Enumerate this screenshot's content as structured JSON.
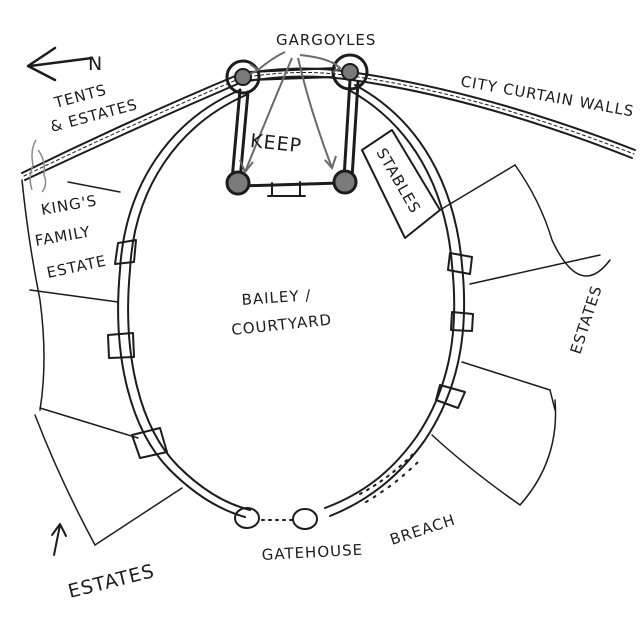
{
  "colors": {
    "ink": "#1c1c1c",
    "paper": "#ffffff",
    "tower_fill": "#7a7a7a",
    "arrow": "#6a6a6a"
  },
  "compass": {
    "letter": "N"
  },
  "labels": {
    "gargoyles": "GARGOYLES",
    "keep": "KEEP",
    "city_curtain_walls": "CITY CURTAIN WALLS",
    "stables": "STABLES",
    "tents_estates": [
      "TENTS",
      "& ESTATES"
    ],
    "kings_family_estate": [
      "KING'S",
      "FAMILY",
      "ESTATE"
    ],
    "bailey_courtyard": [
      "BAILEY /",
      "COURTYARD"
    ],
    "estates_right": "ESTATES",
    "estates_bottom": "ESTATES",
    "gatehouse": "GATEHOUSE",
    "breach": "BREACH"
  }
}
